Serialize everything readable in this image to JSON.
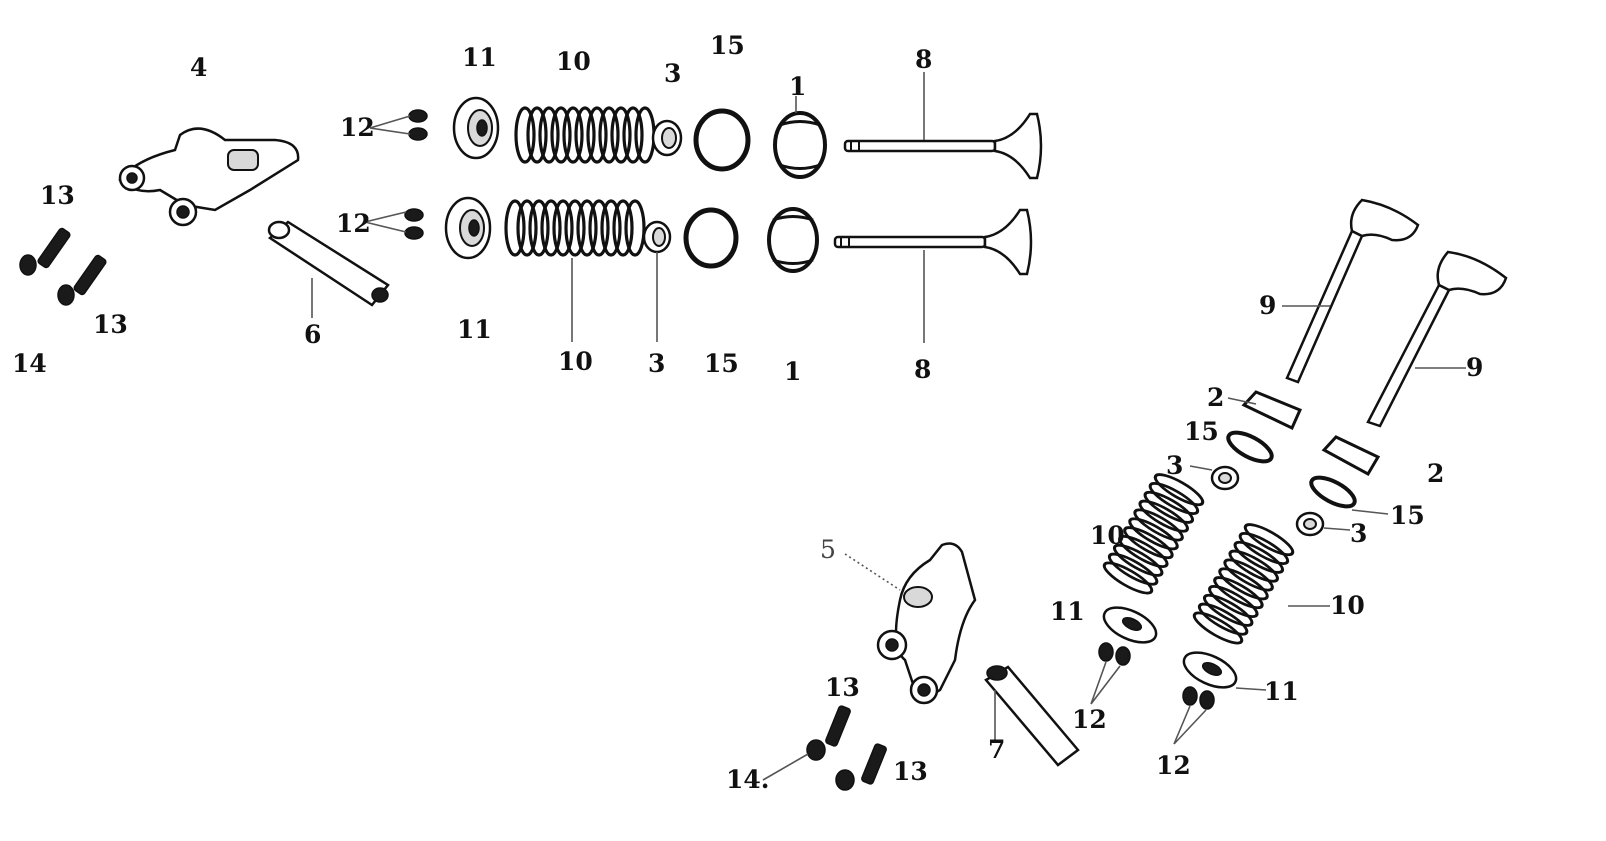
{
  "labels": {
    "n1_top": "1",
    "n1_bot": "1",
    "n2_a": "2",
    "n2_b": "2",
    "n3_top": "3",
    "n3_bot": "3",
    "n3_r1": "3",
    "n3_r2": "3",
    "n4": "4",
    "n5": "5",
    "n6": "6",
    "n7": "7",
    "n8_top": "8",
    "n8_bot": "8",
    "n9_a": "9",
    "n9_b": "9",
    "n10_top": "10",
    "n10_bot": "10",
    "n10_r1": "10",
    "n10_r2": "10",
    "n11_top": "11",
    "n11_bot": "11",
    "n11_r1": "11",
    "n11_r2": "11",
    "n12_a": "12",
    "n12_b": "12",
    "n12_r1": "12",
    "n12_r2": "12",
    "n13_a": "13",
    "n13_b": "13",
    "n13_r1": "13",
    "n13_r2": "13",
    "n14_a": "14",
    "n14_b": "14.",
    "n15_top": "15",
    "n15_bot": "15",
    "n15_r1": "15",
    "n15_r2": "15"
  },
  "colors": {
    "ink": "#111111",
    "leader": "#555555",
    "paper": "#ffffff"
  }
}
